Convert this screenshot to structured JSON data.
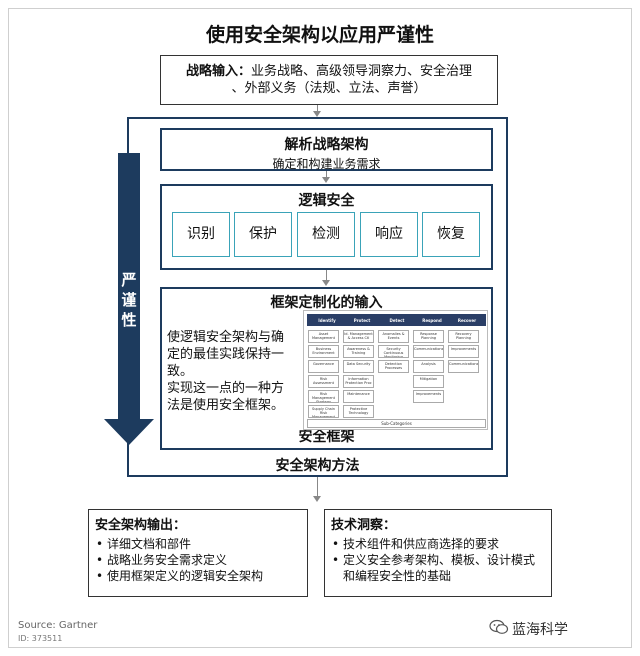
{
  "title": "使用安全架构以应用严谨性",
  "strategic_input": {
    "label": "战略输入：",
    "text_line1": "业务战略、高级领导洞察力、安全治理",
    "text_line2": "、外部义务（法规、立法、声誉）"
  },
  "rigor_label": [
    "严",
    "谨",
    "性"
  ],
  "parse_strategy": {
    "heading": "解析战略架构",
    "sub": "确定和构建业务需求"
  },
  "logical_security": {
    "heading": "逻辑安全",
    "functions": [
      "识别",
      "保护",
      "检测",
      "响应",
      "恢复"
    ]
  },
  "framework_input": {
    "heading": "框架定制化的输入",
    "description_lines": [
      "使逻辑安全架构与确",
      "定的最佳实践保持一",
      "致。",
      "实现这一点的一种方",
      "法是使用安全框架。"
    ],
    "footer": "安全框架",
    "mini_framework": {
      "columns": [
        "Identify",
        "Protect",
        "Detect",
        "Respond",
        "Recover"
      ],
      "col0": [
        "Asset Management",
        "Business Environment",
        "Governance",
        "Risk Assessment",
        "Risk Management Strategy",
        "Supply Chain Risk Management"
      ],
      "col1": [
        "Id. Management & Access Ctl",
        "Awareness & Training",
        "Data Security",
        "Information Protection Proc",
        "Maintenance",
        "Protective Technology"
      ],
      "col2": [
        "Anomalies & Events",
        "Security Continuous Monitoring",
        "Detection Processes"
      ],
      "col3": [
        "Response Planning",
        "Communications",
        "Analysis",
        "Mitigation",
        "Improvements"
      ],
      "col4": [
        "Recovery Planning",
        "Improvements",
        "Communications"
      ],
      "footer": "Sub-Categories"
    }
  },
  "method_label": "安全架构方法",
  "output_box": {
    "heading": "安全架构输出：",
    "items": [
      "详细文档和部件",
      "战略业务安全需求定义",
      "使用框架定义的逻辑安全架构"
    ]
  },
  "tech_box": {
    "heading": "技术洞察：",
    "items": [
      "技术组件和供应商选择的要求",
      "定义安全参考架构、模板、设计模式和编程安全性的基础"
    ]
  },
  "source": "Source: Gartner",
  "id": "ID: 373511",
  "brand": "蓝海科学",
  "colors": {
    "navy": "#1d3b5e",
    "teal": "#3aa3b8",
    "mini_header": "#2a3e66"
  }
}
